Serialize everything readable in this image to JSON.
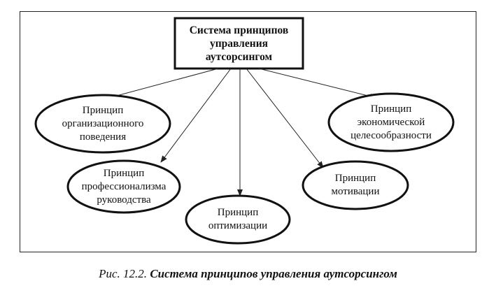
{
  "root": {
    "lines": [
      "Система принципов",
      "управления",
      "аутсорсингом"
    ]
  },
  "nodes": [
    {
      "id": "org",
      "lines": [
        "Принцип",
        "организационного",
        "поведения"
      ]
    },
    {
      "id": "prof",
      "lines": [
        "Принцип",
        "профессионализма",
        "руководства"
      ]
    },
    {
      "id": "opt",
      "lines": [
        "Принцип",
        "оптимизации"
      ]
    },
    {
      "id": "mot",
      "lines": [
        "Принцип",
        "мотивации"
      ]
    },
    {
      "id": "econ",
      "lines": [
        "Принцип",
        "экономической",
        "целесообразности"
      ]
    }
  ],
  "caption": {
    "figure": "Рис. 12.2.",
    "title": "Система принципов управления аутсорсингом"
  }
}
